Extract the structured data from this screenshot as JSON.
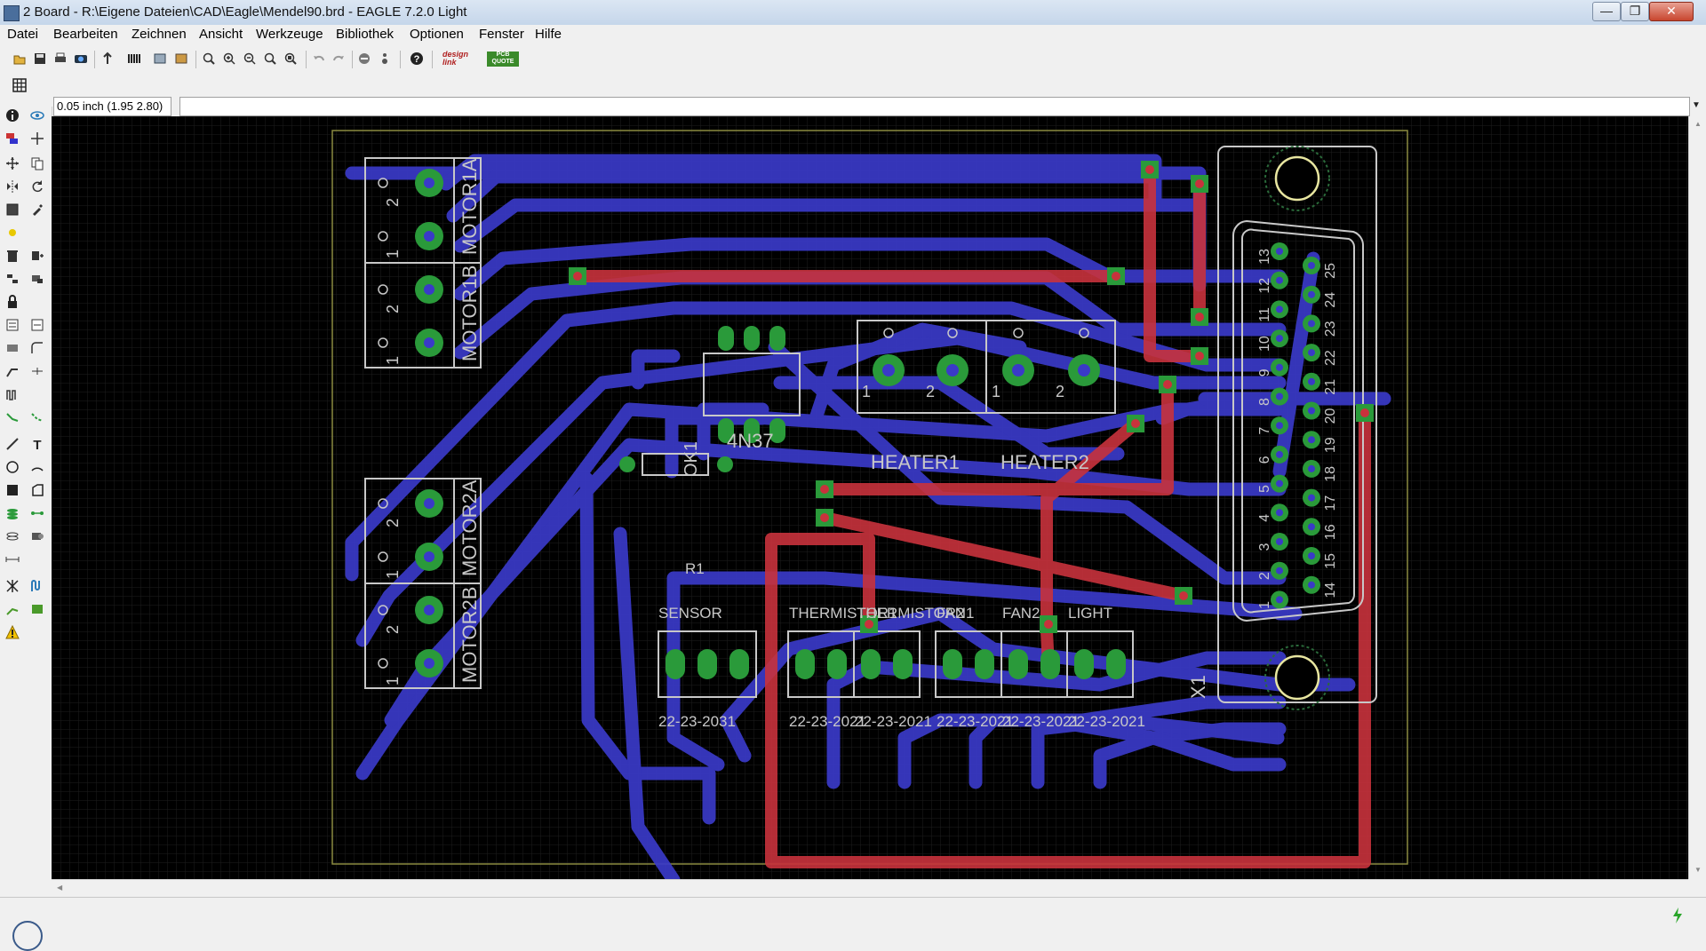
{
  "window": {
    "title": "2 Board - R:\\Eigene Dateien\\CAD\\Eagle\\Mendel90.brd - EAGLE 7.2.0 Light"
  },
  "menu": [
    "Datei",
    "Bearbeiten",
    "Zeichnen",
    "Ansicht",
    "Werkzeuge",
    "Bibliothek",
    "Optionen",
    "Fenster",
    "Hilfe"
  ],
  "toolbar": {
    "designlink_label": "design link",
    "pcbquote_label": "PCB QUOTE"
  },
  "command": {
    "coordinates": "0.05 inch (1.95 2.80)",
    "value": ""
  },
  "board": {
    "components": {
      "motor1a": "MOTOR1A",
      "motor1b": "MOTOR1B",
      "motor2a": "MOTOR2A",
      "motor2b": "MOTOR2B",
      "heater1": "HEATER1",
      "heater2": "HEATER2",
      "ok1": "OK1",
      "chip": "4N37",
      "r1": "R1",
      "x1": "X1",
      "sensor": "SENSOR",
      "thermistor1": "THERMISTOR1",
      "thermistor2": "THERMISTOR2",
      "fan1": "FAN1",
      "fan2": "FAN2",
      "light": "LIGHT"
    },
    "part_numbers": {
      "sensor": "22-23-2031",
      "therm1": "22-23-2021",
      "therm2": "22-23-2021",
      "fan1": "22-23-2021",
      "fan2": "22-23-2021",
      "light": "22-23-2021"
    },
    "pin_labels": {
      "one": "1",
      "two": "2"
    },
    "dsub_top_row": [
      "13",
      "12",
      "11",
      "10",
      "9",
      "8",
      "7",
      "6",
      "5",
      "4",
      "3",
      "2",
      "1"
    ],
    "dsub_bottom_row": [
      "25",
      "24",
      "23",
      "22",
      "21",
      "20",
      "19",
      "18",
      "17",
      "16",
      "15",
      "14"
    ]
  },
  "colors": {
    "background": "#000000",
    "grid": "#222222",
    "top_copper": "#c8323c",
    "bottom_copper": "#3232c8",
    "pad": "#2a9a3a",
    "silkscreen": "#c8c8c8",
    "outline": "#8a8a40"
  }
}
